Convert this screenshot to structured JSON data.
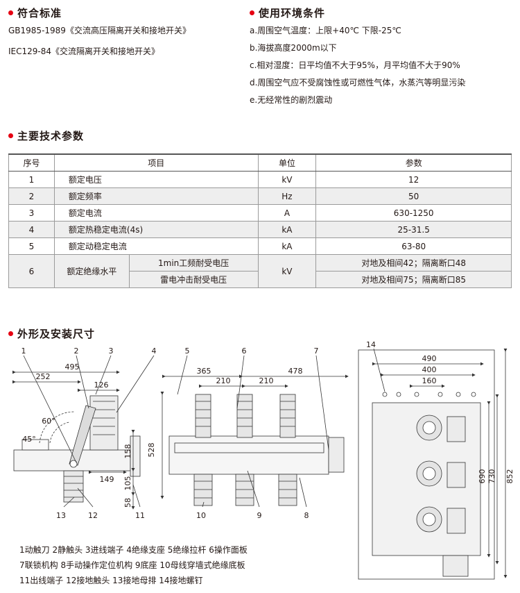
{
  "standards": {
    "heading": "符合标准",
    "lines": [
      "GB1985-1989《交流高压隔离开关和接地开关》",
      "IEC129-84《交流隔离开关和接地开关》"
    ]
  },
  "environment": {
    "heading": "使用环境条件",
    "lines": [
      "a.周围空气温度：上限+40℃ 下限-25℃",
      "b.海拔高度2000m以下",
      "c.相对湿度：日平均值不大于95%，月平均值不大于90%",
      "d.周围空气应不受腐蚀性或可燃性气体，水蒸汽等明显污染",
      "e.无经常性的剧烈震动"
    ]
  },
  "specs": {
    "heading": "主要技术参数",
    "headers": [
      "序号",
      "项目",
      "单位",
      "参数"
    ],
    "rows": [
      {
        "no": "1",
        "item": "额定电压",
        "unit": "kV",
        "value": "12"
      },
      {
        "no": "2",
        "item": "额定频率",
        "unit": "Hz",
        "value": "50"
      },
      {
        "no": "3",
        "item": "额定电流",
        "unit": "A",
        "value": "630-1250"
      },
      {
        "no": "4",
        "item": "额定热稳定电流(4s)",
        "unit": "kA",
        "value": "25-31.5"
      },
      {
        "no": "5",
        "item": "额定动稳定电流",
        "unit": "kA",
        "value": "63-80"
      }
    ],
    "insulation": {
      "no": "6",
      "item": "额定绝缘水平",
      "unit": "kV",
      "sub1": "1min工频耐受电压",
      "val1": "对地及相间42；隔离断口48",
      "sub2": "雷电冲击耐受电压",
      "val2": "对地及相间75；隔离断口85"
    }
  },
  "dimensions": {
    "heading": "外形及安装尺寸",
    "side_labels": [
      "1",
      "2",
      "3",
      "4",
      "5",
      "6",
      "7",
      "13",
      "12",
      "11",
      "10",
      "9",
      "8"
    ],
    "side_dims": [
      "495",
      "252",
      "126",
      "365",
      "478",
      "210",
      "210",
      "60°",
      "45°",
      "528",
      "158",
      "149",
      "105",
      "58"
    ],
    "top_labels": [
      "14"
    ],
    "top_dims": [
      "490",
      "400",
      "160",
      "690",
      "730",
      "852"
    ]
  },
  "legend": {
    "lines": [
      "1动触刀  2静触头  3进线端子 4绝缘支座 5绝缘拉杆 6操作面板",
      "7联锁机构 8手动操作定位机构  9底座   10母线穿墙式绝缘底板",
      "11出线端子  12接地触头  13接地母排  14接地螺钉"
    ]
  }
}
